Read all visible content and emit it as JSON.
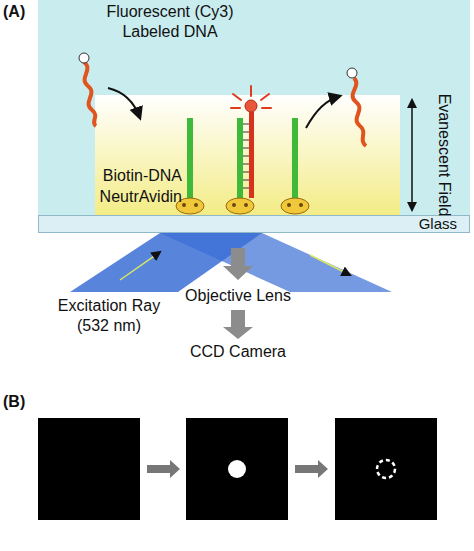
{
  "diagram": {
    "nodes": [
      {
        "text": [
          "Glass"
        ]
      },
      {
        "text": [
          "Objective Lens"
        ]
      },
      {
        "text": [
          "CCD Camera"
        ]
      }
    ],
    "edges": [
      {
        "from": 1,
        "to": 2,
        "arrow": "to"
      }
    ],
    "labels": [
      "(A)",
      "Fluorescent (Cy3) Labeled DNA",
      "Biotin-DNA",
      "NeutrAvidin",
      "Evanescent Field",
      "Excitation Ray (532 nm)",
      "(B)"
    ]
  }
}
